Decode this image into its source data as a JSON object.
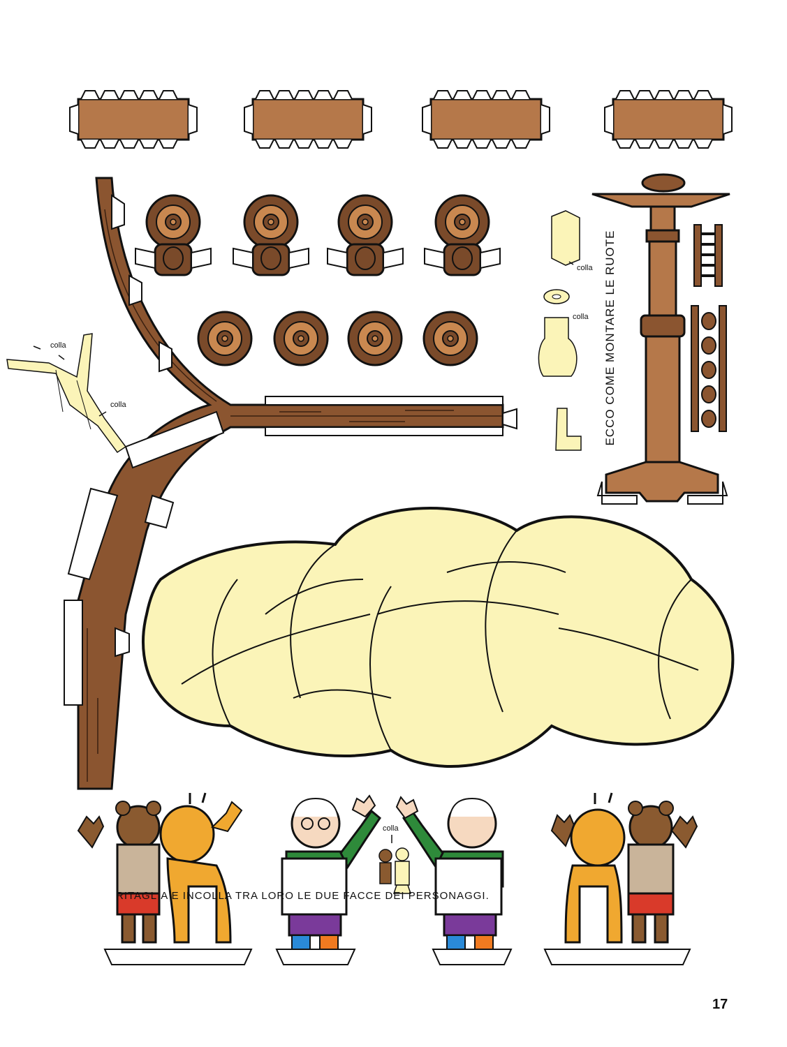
{
  "caption": "RITAGLIA E INCOLLA TRA LORO LE DUE FACCE DEI PERSONAGGI.",
  "wheel_instructions": "ECCO COME MONTARE LE RUOTE",
  "glue_label": "colla",
  "page_number": "17",
  "colors": {
    "wood": "#b5784a",
    "dark_wood": "#7a4a2a",
    "cheese": "#fbf4b8",
    "green": "#2e8a3a",
    "orange": "#f0a830",
    "bear": "#8a5a30",
    "outline": "#111111"
  }
}
